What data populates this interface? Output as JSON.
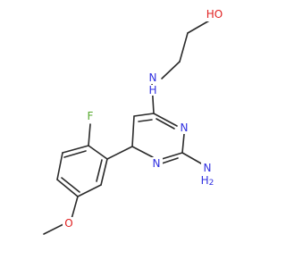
{
  "colors": {
    "bond": "#2b2b2b",
    "carbon": "#2b2b2b",
    "nitrogen": "#3030e0",
    "oxygen": "#e02020",
    "fluorine": "#55a82c",
    "background": "#ffffff"
  },
  "labels": {
    "hydroxyl": "HO",
    "hydroxyl_h": "H",
    "hydroxyl_o": "O",
    "amine_nh": "N",
    "amine_nh_h": "H",
    "ring_n1": "N",
    "ring_n3": "N",
    "amino_n": "N",
    "amino_h": "H",
    "amino_sub": "2",
    "fluorine": "F",
    "methoxy_o": "O"
  }
}
